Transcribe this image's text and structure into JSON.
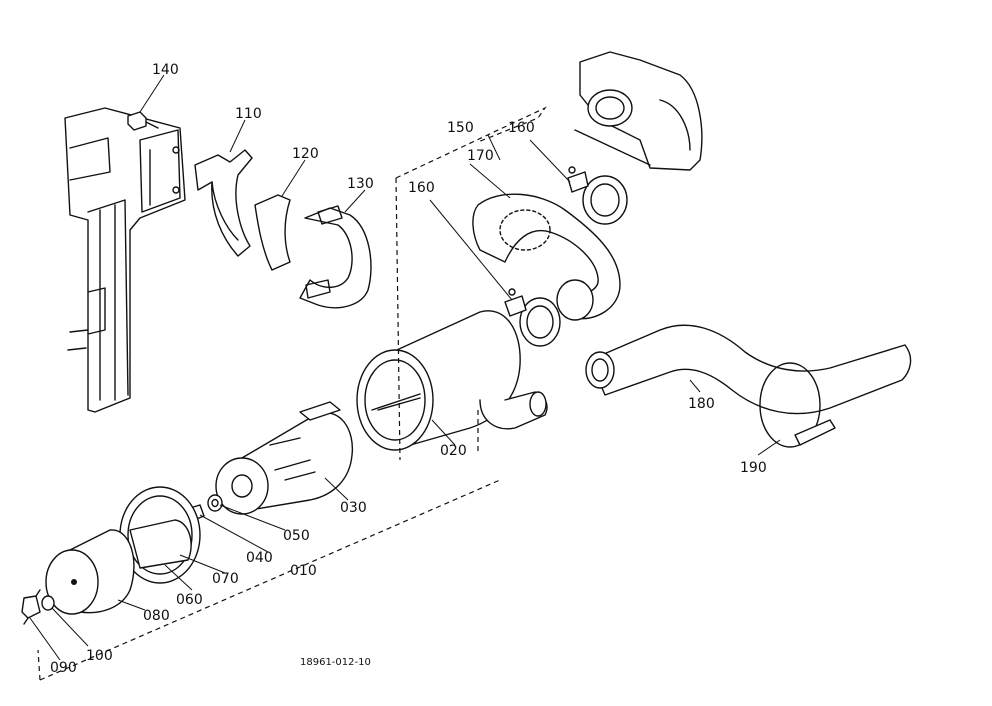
{
  "diagram": {
    "drawing_code": "18961-012-10",
    "part_labels": {
      "p010": "010",
      "p020": "020",
      "p030": "030",
      "p040": "040",
      "p050": "050",
      "p060": "060",
      "p070": "070",
      "p080": "080",
      "p090": "090",
      "p100": "100",
      "p110": "110",
      "p120": "120",
      "p130": "130",
      "p140": "140",
      "p150": "150",
      "p160a": "160",
      "p160b": "160",
      "p170": "170",
      "p180": "180",
      "p190": "190"
    }
  }
}
